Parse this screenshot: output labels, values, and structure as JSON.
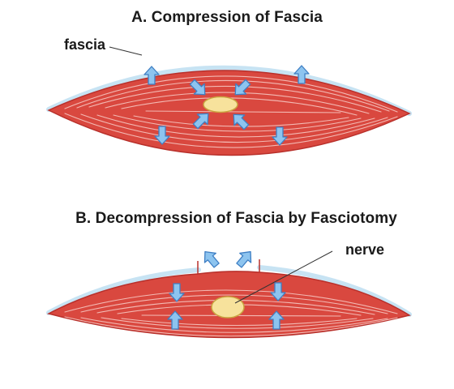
{
  "panel_a": {
    "title": "A. Compression of Fascia",
    "fascia_label": "fascia"
  },
  "panel_b": {
    "title": "B. Decompression of Fascia by Fasciotomy",
    "nerve_label": "nerve"
  },
  "colors": {
    "muscle": "#d9483f",
    "muscle_dark": "#b8302b",
    "fiber": "#f3b9b3",
    "fascia": "#c7e3f3",
    "arrow": "#8dc4ef",
    "arrow_stroke": "#3f7fc4",
    "nerve_fill": "#f7e29c",
    "nerve_stroke": "#c9a440"
  }
}
